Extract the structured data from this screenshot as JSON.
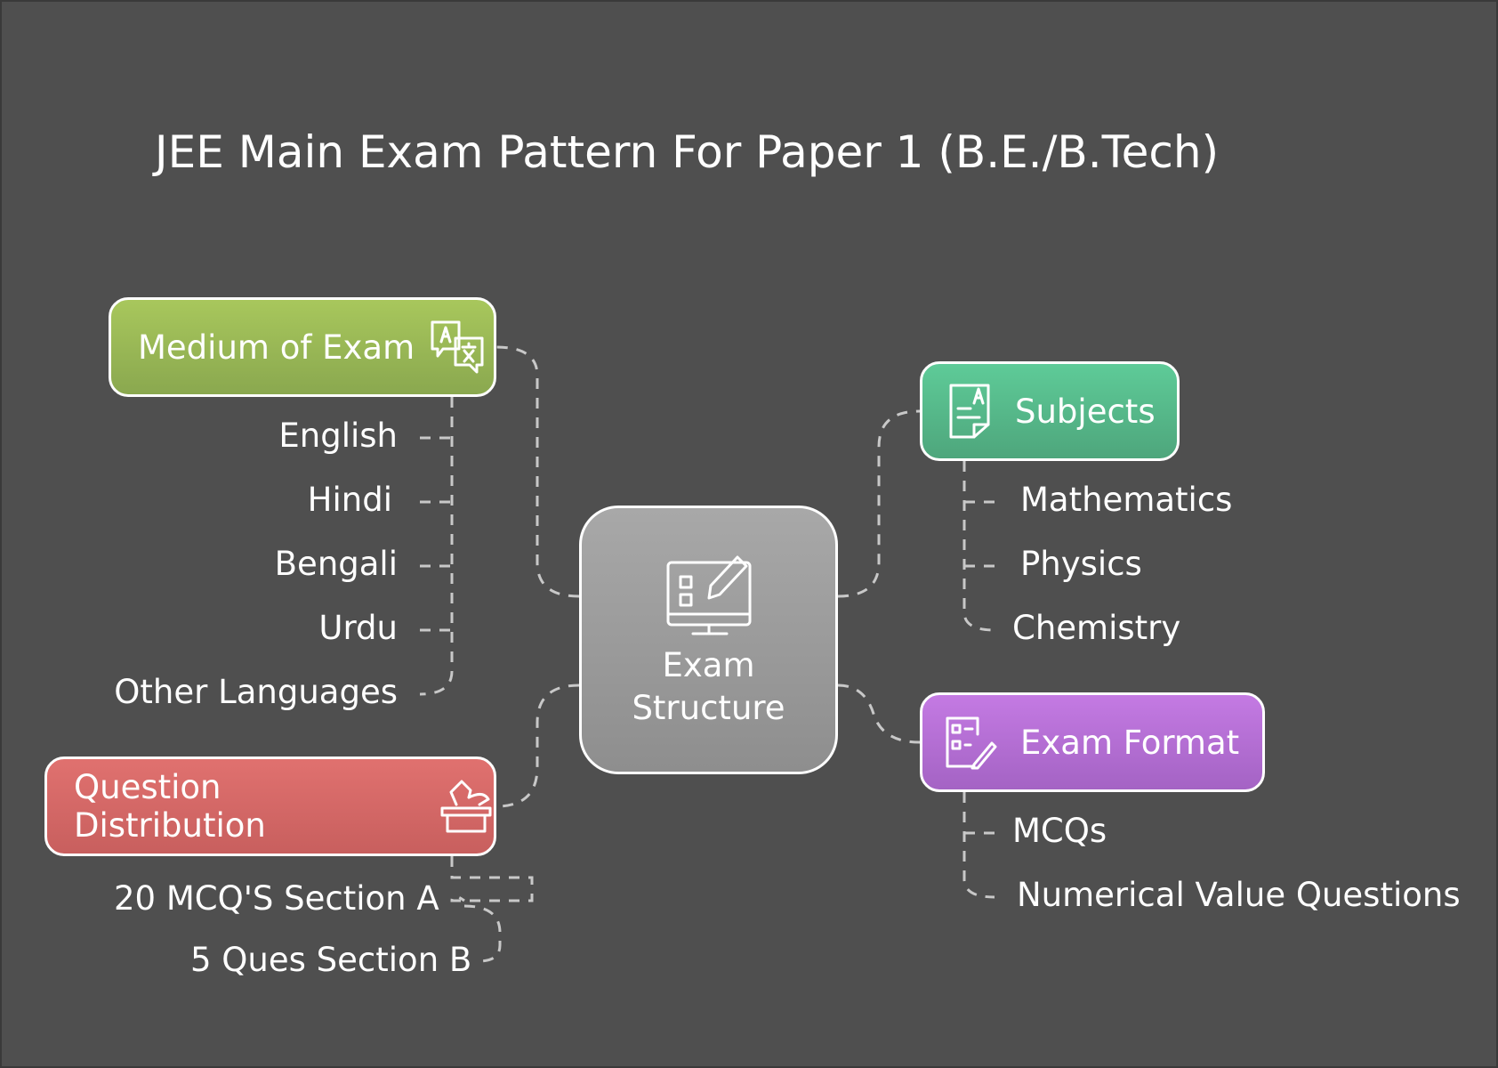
{
  "title": "JEE Main Exam Pattern For Paper 1 (B.E./B.Tech)",
  "center": {
    "line1": "Exam",
    "line2": "Structure",
    "icon": "computer-checklist-pencil-icon"
  },
  "medium": {
    "label": "Medium of Exam",
    "icon": "translate-icon",
    "color": "#9dbe57",
    "items": [
      "English",
      "Hindi",
      "Bengali",
      "Urdu",
      "Other Languages"
    ]
  },
  "subjects": {
    "label": "Subjects",
    "icon": "document-icon",
    "color": "#56bb8c",
    "items": [
      "Mathematics",
      "Physics",
      "Chemistry"
    ]
  },
  "format": {
    "label": "Exam Format",
    "icon": "checklist-pencil-icon",
    "color": "#b86fd8",
    "items": [
      "MCQs",
      "Numerical Value Questions"
    ]
  },
  "question_distribution": {
    "label": "Question Distribution",
    "icon": "ballot-box-icon",
    "color": "#d96a68",
    "items": [
      "20 MCQ'S Section A",
      "5 Ques Section B"
    ]
  }
}
